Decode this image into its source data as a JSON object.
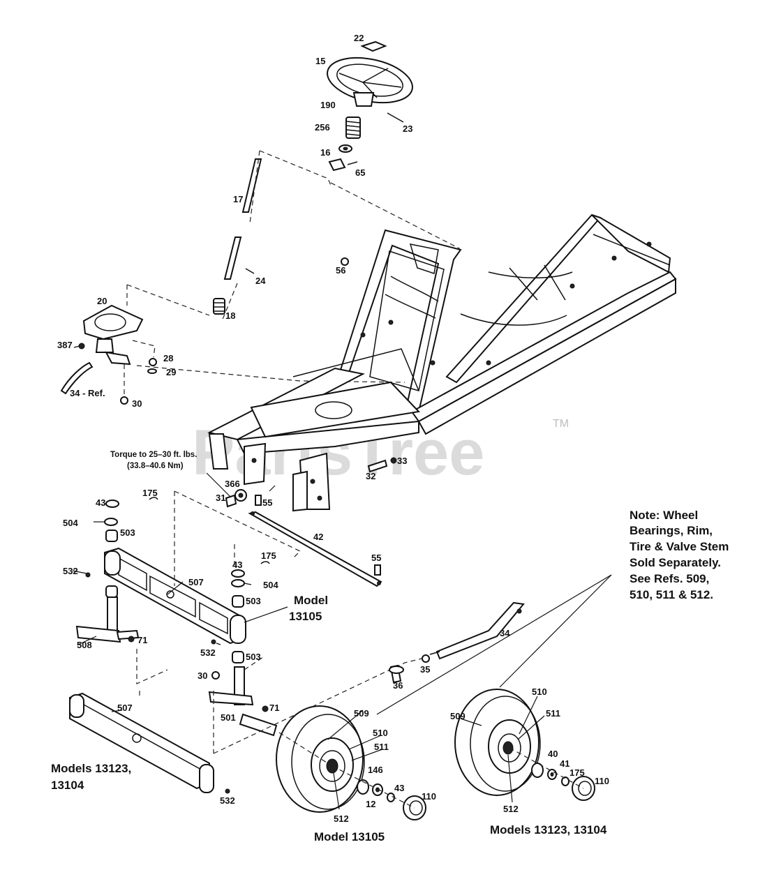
{
  "watermark": {
    "brand": "PartsTree",
    "trademark": "TM"
  },
  "note": {
    "lines": [
      "Note:  Wheel",
      "Bearings, Rim,",
      "Tire & Valve Stem",
      "Sold Separately.",
      "See Refs. 509,",
      "510, 511 & 512."
    ]
  },
  "torque_note": {
    "line1": "Torque to 25–30 ft. lbs.",
    "line2": "(33.8–40.6 Nm)"
  },
  "captions": {
    "model_13105_axle_line1": "Model",
    "model_13105_axle_line2": "13105",
    "models_left_line1": "Models 13123,",
    "models_left_line2": "13104",
    "model_13105_wheel": "Model 13105",
    "models_right_wheel": "Models 13123, 13104"
  },
  "callouts": [
    "22",
    "15",
    "190",
    "23",
    "256",
    "16",
    "65",
    "17",
    "24",
    "20",
    "18",
    "387",
    "28",
    "29",
    "34 - Ref.",
    "30",
    "56",
    "33",
    "32",
    "366",
    "31",
    "55",
    "175",
    "43",
    "504",
    "503",
    "532",
    "507",
    "508",
    "71",
    "42",
    "55",
    "175",
    "43",
    "504",
    "503",
    "532",
    "503",
    "30",
    "501",
    "71",
    "34",
    "35",
    "36",
    "507",
    "509",
    "510",
    "511",
    "146",
    "43",
    "12",
    "110",
    "512",
    "509",
    "510",
    "511",
    "40",
    "41",
    "175",
    "110",
    "512",
    "532"
  ]
}
